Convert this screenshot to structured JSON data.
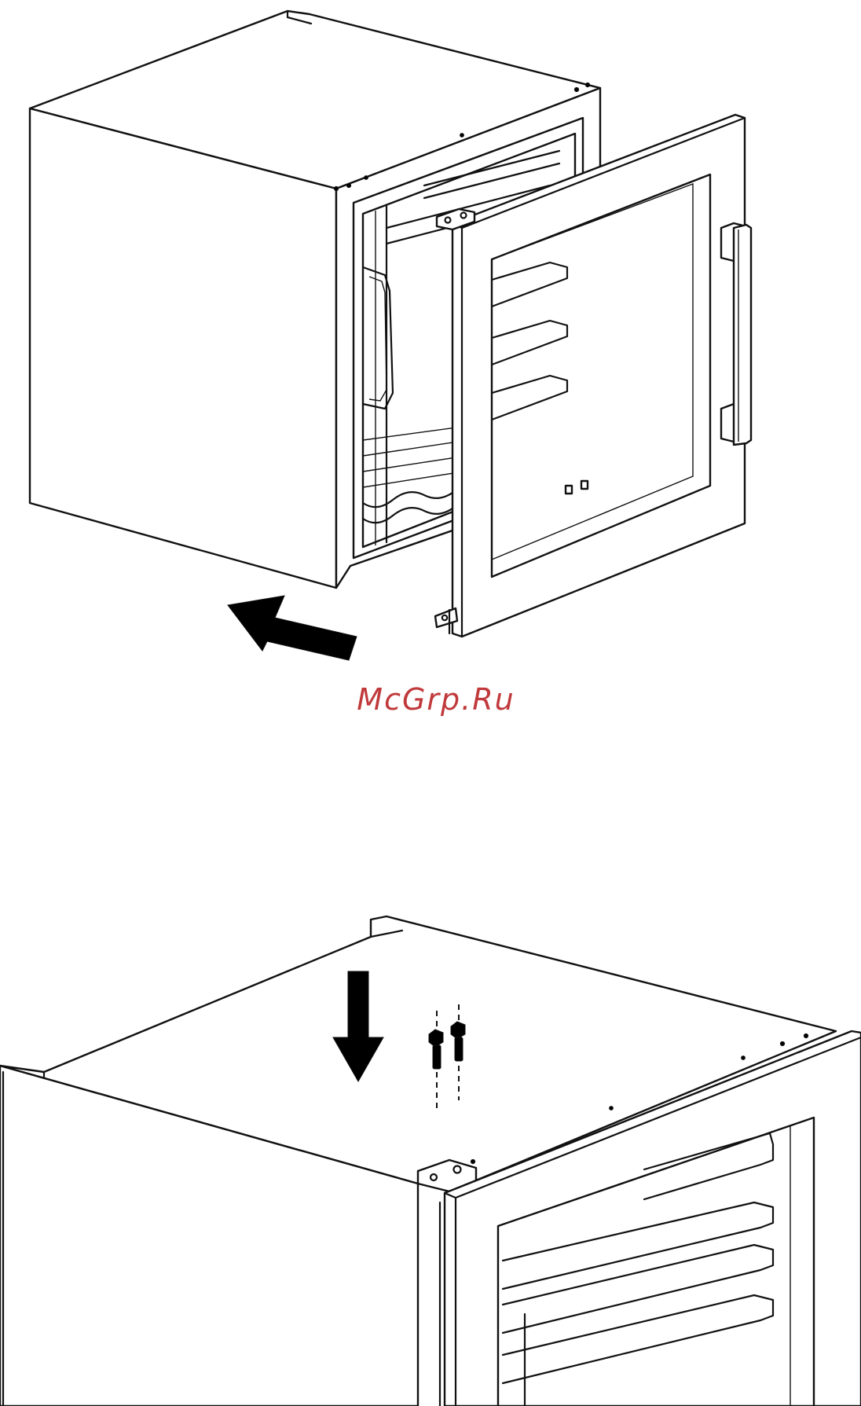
{
  "watermark": {
    "text": "McGrp.Ru",
    "color": "#c0393b"
  },
  "colors": {
    "line": "#111111",
    "background": "#ffffff",
    "arrow_fill": "#000000"
  },
  "figures": [
    {
      "id": "fig-top",
      "icons": [
        "cabinet-icon",
        "glass-door-icon",
        "push-arrow-icon"
      ]
    },
    {
      "id": "fig-bottom",
      "icons": [
        "cabinet-top-icon",
        "screw-icon",
        "down-arrow-icon"
      ]
    }
  ]
}
